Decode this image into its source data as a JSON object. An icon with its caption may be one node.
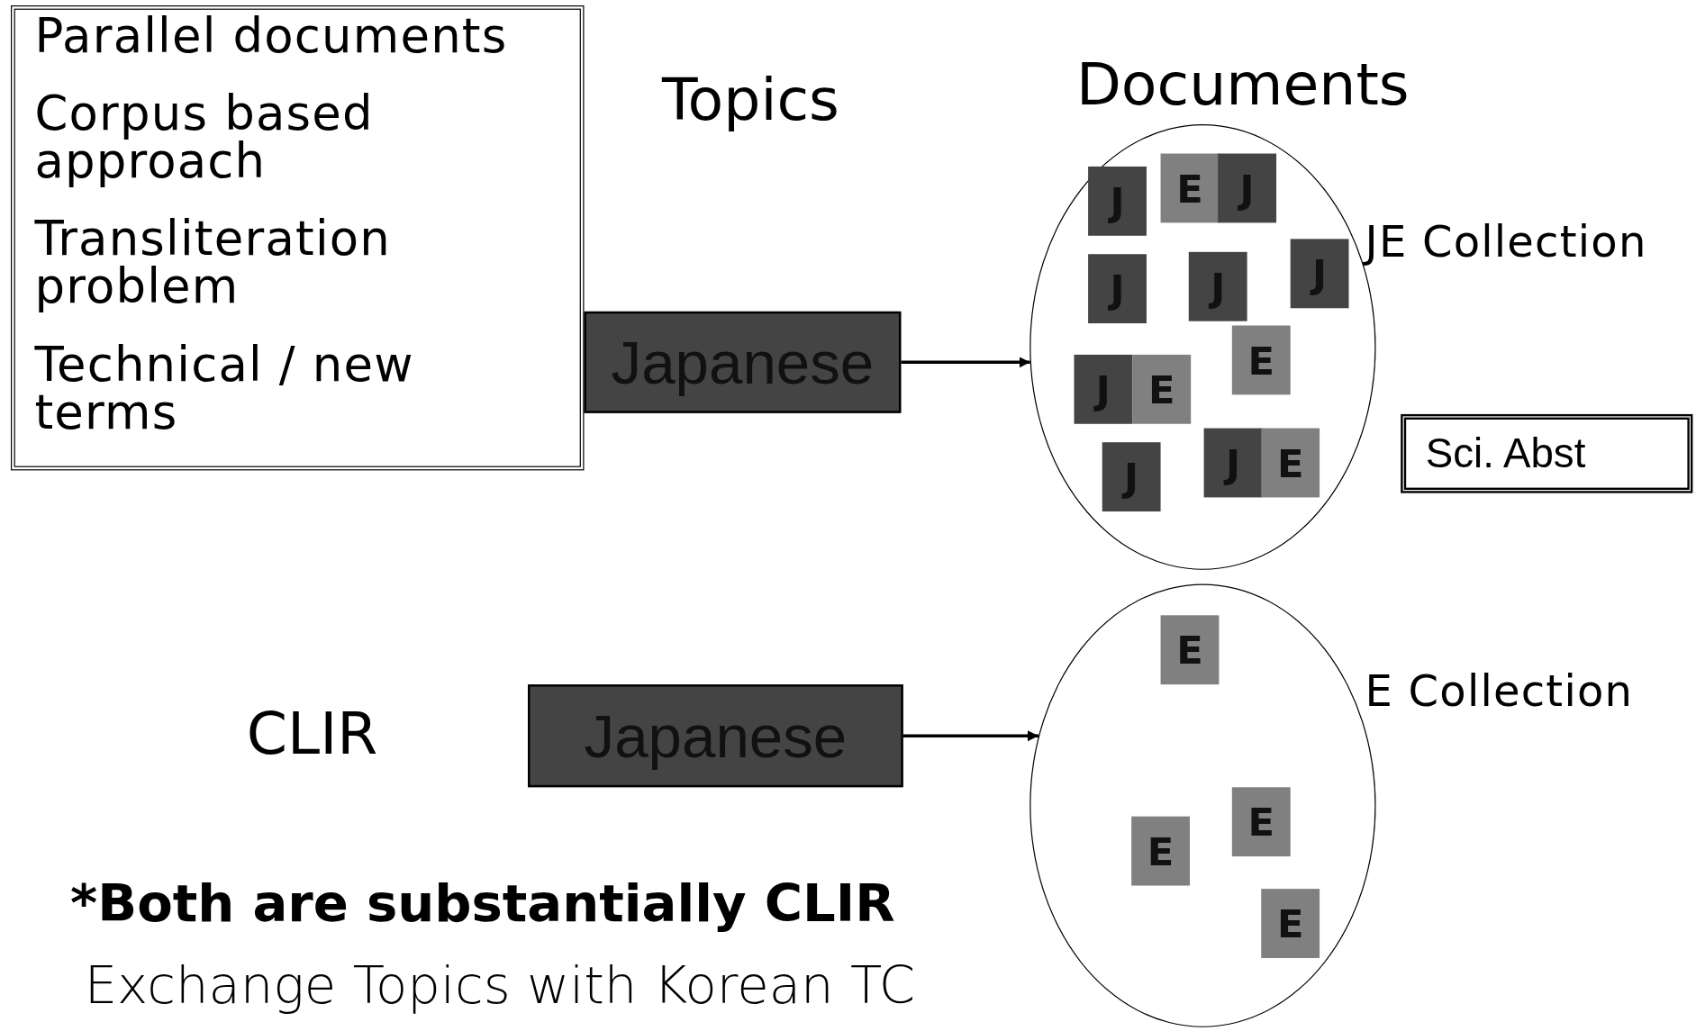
{
  "diagram": {
    "nodes": [
      {
        "text": [
          "Parallel documents",
          "Corpus based approach",
          "Transliteration problem",
          "Technical / new terms"
        ]
      },
      {
        "text": [
          "Japanese"
        ]
      },
      {
        "text": [],
        "shape": "ellipse",
        "beside": [
          "JE Collection"
        ]
      },
      {
        "text": [
          "J"
        ],
        "in": 2
      },
      {
        "text": [
          "E"
        ],
        "in": 2
      },
      {
        "text": [
          "J"
        ],
        "in": 2
      },
      {
        "text": [
          "J"
        ],
        "in": 2
      },
      {
        "text": [
          "J"
        ],
        "in": 2
      },
      {
        "text": [
          "J"
        ],
        "in": 2
      },
      {
        "text": [
          "E"
        ],
        "in": 2
      },
      {
        "text": [
          "J"
        ],
        "in": 2
      },
      {
        "text": [
          "E"
        ],
        "in": 2
      },
      {
        "text": [
          "J"
        ],
        "in": 2
      },
      {
        "text": [
          "J"
        ],
        "in": 2
      },
      {
        "text": [
          "E"
        ],
        "in": 2
      },
      {
        "text": [
          "Sci. Abst"
        ]
      },
      {
        "text": [
          "Japanese"
        ]
      },
      {
        "text": [],
        "shape": "ellipse",
        "beside": [
          "E Collection"
        ]
      },
      {
        "text": [
          "E"
        ],
        "in": 17
      },
      {
        "text": [
          "E"
        ],
        "in": 17
      },
      {
        "text": [
          "E"
        ],
        "in": 17
      },
      {
        "text": [
          "E"
        ],
        "in": 17
      }
    ],
    "edges": [
      {
        "from": 1,
        "to": 2,
        "arrow": "to"
      },
      {
        "from": 16,
        "to": 17,
        "arrow": "to"
      }
    ],
    "labels": [
      "Topics",
      "Documents",
      "CLIR",
      "*Both are substantially CLIR",
      "Exchange Topics with Korean TC"
    ]
  }
}
